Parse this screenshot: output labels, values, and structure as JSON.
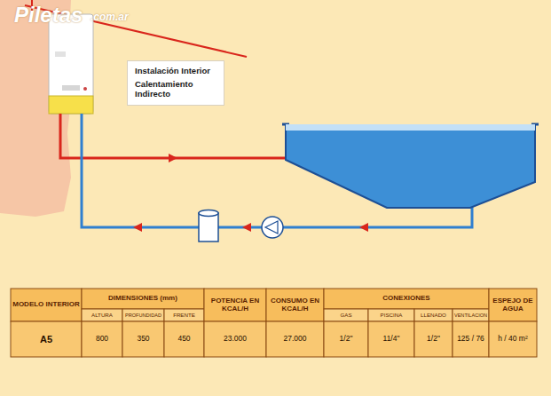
{
  "diagram": {
    "nodes": [
      {
        "text": [
          "Instalación Interior",
          "Calentamiento Indirecto"
        ]
      }
    ],
    "labels": [
      "Piletas",
      ".com.ar",
      "MODELO INTERIOR",
      "DIMENSIONES (mm)",
      "ALTURA",
      "PROFUNDIDAD",
      "FRENTE",
      "POTENCIA EN KCAL/H",
      "CONSUMO EN KCAL/H",
      "CONEXIONES",
      "GAS",
      "PISCINA",
      "LLENADO",
      "VENTILACION",
      "ESPEJO DE AGUA",
      "A5",
      "800",
      "350",
      "450",
      "23.000",
      "27.000",
      "1/2\"",
      "11/4\"",
      "1/2\"",
      "125 / 76",
      "h / 40 m²"
    ]
  }
}
